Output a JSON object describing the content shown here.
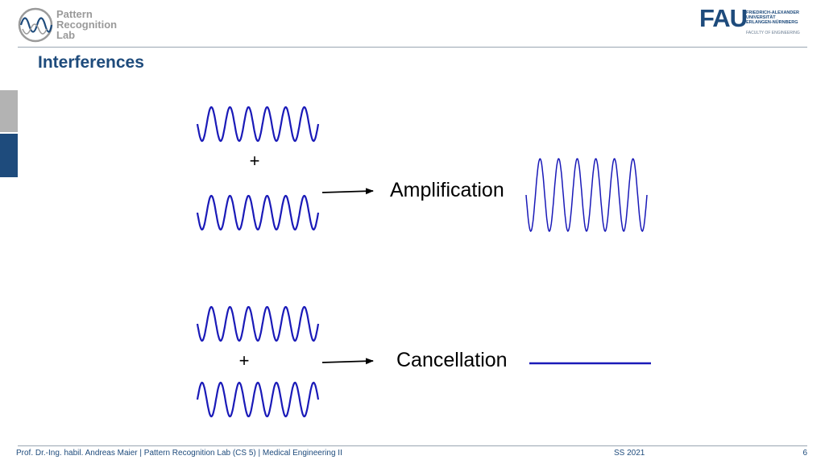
{
  "header": {
    "lab_logo_lines": [
      "Pattern",
      "Recognition",
      "Lab"
    ],
    "fau_logo": {
      "wordmark": "FAU",
      "university_lines": [
        "FRIEDRICH-ALEXANDER",
        "UNIVERSITÄT",
        "ERLANGEN-NÜRNBERG"
      ],
      "faculty": "FACULTY OF ENGINEERING"
    }
  },
  "slide": {
    "title": "Interferences",
    "amplification": {
      "plus": "+",
      "label": "Amplification"
    },
    "cancellation": {
      "plus": "+",
      "label": "Cancellation"
    }
  },
  "footer": {
    "credit": "Prof. Dr.-Ing. habil. Andreas Maier   |   Pattern Recognition Lab (CS 5)   |   Medical Engineering II",
    "semester": "SS 2021",
    "page": "6"
  },
  "colors": {
    "brand_blue": "#1e4b7c",
    "wave_blue": "#1a1ab8",
    "gray": "#9a9a9a"
  }
}
